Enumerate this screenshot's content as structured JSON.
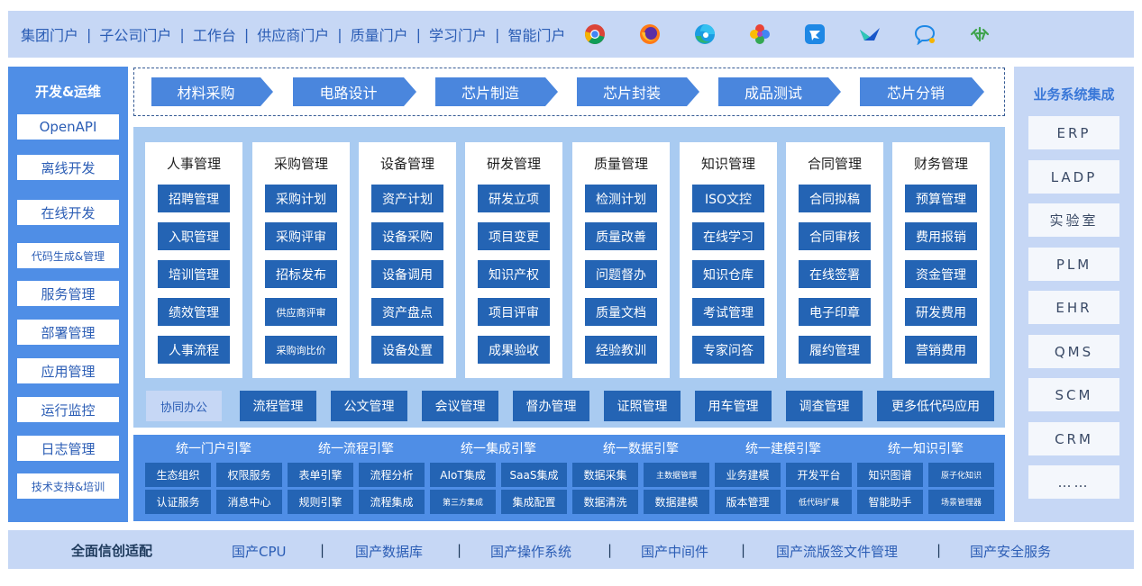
{
  "top_bar": {
    "portals": [
      "集团门户",
      "子公司门户",
      "工作台",
      "供应商门户",
      "质量门户",
      "学习门户",
      "智能门户"
    ],
    "separator": "|",
    "icons": [
      "chrome-icon",
      "firefox-icon",
      "edge-icon",
      "photos-icon",
      "feishu-icon",
      "lark-icon",
      "chat-icon",
      "logo-icon"
    ]
  },
  "left_panel": {
    "title": "开发&运维",
    "items": [
      "OpenAPI",
      "离线开发",
      "在线开发",
      "代码生成&管理",
      "服务管理",
      "部署管理",
      "应用管理",
      "运行监控",
      "日志管理",
      "技术支持&培训"
    ]
  },
  "process_flow": {
    "steps": [
      "材料采购",
      "电路设计",
      "芯片制造",
      "芯片封装",
      "成品测试",
      "芯片分销"
    ]
  },
  "modules": [
    {
      "title": "人事管理",
      "items": [
        "招聘管理",
        "入职管理",
        "培训管理",
        "绩效管理",
        "人事流程"
      ]
    },
    {
      "title": "采购管理",
      "items": [
        "采购计划",
        "采购评审",
        "招标发布",
        "供应商评审",
        "采购询比价"
      ]
    },
    {
      "title": "设备管理",
      "items": [
        "资产计划",
        "设备采购",
        "设备调用",
        "资产盘点",
        "设备处置"
      ]
    },
    {
      "title": "研发管理",
      "items": [
        "研发立项",
        "项目变更",
        "知识产权",
        "项目评审",
        "成果验收"
      ]
    },
    {
      "title": "质量管理",
      "items": [
        "检测计划",
        "质量改善",
        "问题督办",
        "质量文档",
        "经验教训"
      ]
    },
    {
      "title": "知识管理",
      "items": [
        "ISO文控",
        "在线学习",
        "知识仓库",
        "考试管理",
        "专家问答"
      ]
    },
    {
      "title": "合同管理",
      "items": [
        "合同拟稿",
        "合同审核",
        "在线签署",
        "电子印章",
        "履约管理"
      ]
    },
    {
      "title": "财务管理",
      "items": [
        "预算管理",
        "费用报销",
        "资金管理",
        "研发费用",
        "营销费用"
      ]
    }
  ],
  "office": {
    "label": "协同办公",
    "items": [
      "流程管理",
      "公文管理",
      "会议管理",
      "督办管理",
      "证照管理",
      "用车管理",
      "调查管理",
      "更多低代码应用"
    ]
  },
  "engines": [
    {
      "title": "统一门户引擎",
      "items": [
        "生态组织",
        "权限服务",
        "认证服务",
        "消息中心"
      ]
    },
    {
      "title": "统一流程引擎",
      "items": [
        "表单引擎",
        "流程分析",
        "规则引擎",
        "流程集成"
      ]
    },
    {
      "title": "统一集成引擎",
      "items": [
        "AIoT集成",
        "SaaS集成",
        "第三方集成",
        "集成配置"
      ]
    },
    {
      "title": "统一数据引擎",
      "items": [
        "数据采集",
        "主数据管理",
        "数据清洗",
        "数据建模"
      ]
    },
    {
      "title": "统一建模引擎",
      "items": [
        "业务建模",
        "开发平台",
        "版本管理",
        "低代码扩展"
      ]
    },
    {
      "title": "统一知识引擎",
      "items": [
        "知识图谱",
        "原子化知识",
        "智能助手",
        "场景管理器"
      ]
    }
  ],
  "right_panel": {
    "title": "业务系统集成",
    "items": [
      "ERP",
      "LADP",
      "实验室",
      "PLM",
      "EHR",
      "QMS",
      "SCM",
      "CRM",
      "……"
    ]
  },
  "bottom_bar": {
    "title": "全面信创适配",
    "items": [
      "国产CPU",
      "国产数据库",
      "国产操作系统",
      "国产中间件",
      "国产流版签文件管理",
      "国产安全服务"
    ],
    "separator": "|"
  }
}
